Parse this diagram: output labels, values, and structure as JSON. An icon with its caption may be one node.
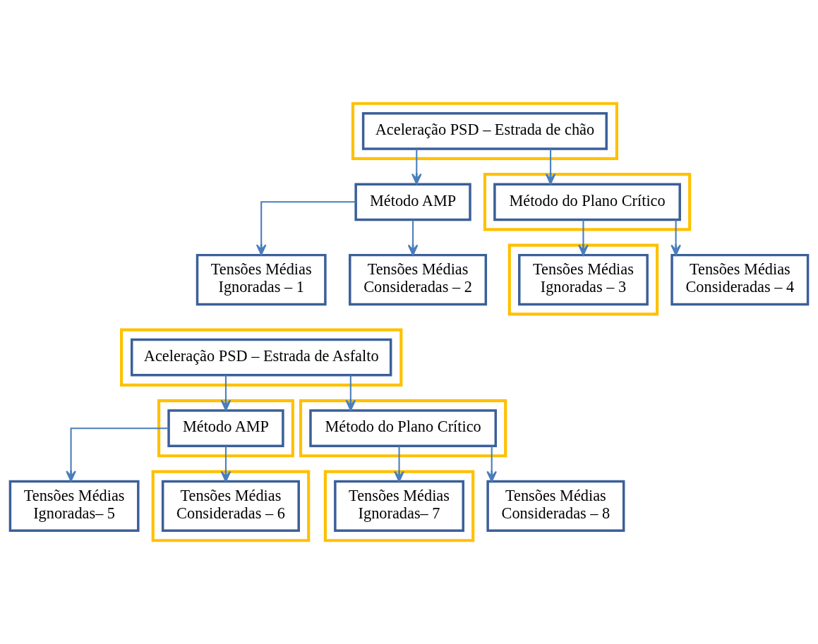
{
  "diagram": {
    "nodes": [
      {
        "text": [],
        "shape": "box"
      },
      {
        "text": [
          "Aceleração PSD – Estrada de chão"
        ],
        "in": 0
      },
      {
        "text": [
          "Método AMP"
        ]
      },
      {
        "text": [],
        "shape": "box"
      },
      {
        "text": [
          "Método do Plano Crítico"
        ],
        "in": 3
      },
      {
        "text": [
          "Tensões Médias Ignoradas – 1"
        ]
      },
      {
        "text": [
          "Tensões Médias Consideradas – 2"
        ]
      },
      {
        "text": [],
        "shape": "box"
      },
      {
        "text": [
          "Tensões Médias Ignoradas – 3"
        ],
        "in": 7
      },
      {
        "text": [
          "Tensões Médias Consideradas – 4"
        ]
      },
      {
        "text": [],
        "shape": "box"
      },
      {
        "text": [
          "Aceleração PSD – Estrada de Asfalto"
        ],
        "in": 10
      },
      {
        "text": [],
        "shape": "box"
      },
      {
        "text": [
          "Método AMP"
        ],
        "in": 12
      },
      {
        "text": [],
        "shape": "box"
      },
      {
        "text": [
          "Método do Plano Crítico"
        ],
        "in": 14
      },
      {
        "text": [
          "Tensões Médias Ignoradas– 5"
        ]
      },
      {
        "text": [],
        "shape": "box"
      },
      {
        "text": [
          "Tensões Médias Consideradas – 6"
        ],
        "in": 17
      },
      {
        "text": [],
        "shape": "box"
      },
      {
        "text": [
          "Tensões Médias Ignoradas– 7"
        ],
        "in": 19
      },
      {
        "text": [
          "Tensões Médias Consideradas – 8"
        ]
      }
    ],
    "edges": [
      {
        "from": 1,
        "to": 2,
        "arrow": "to"
      },
      {
        "from": 1,
        "to": 4,
        "arrow": "to"
      },
      {
        "from": 2,
        "to": 5,
        "arrow": "to"
      },
      {
        "from": 2,
        "to": 6,
        "arrow": "to"
      },
      {
        "from": 4,
        "to": 8,
        "arrow": "to"
      },
      {
        "from": 4,
        "to": 9,
        "arrow": "to"
      },
      {
        "from": 11,
        "to": 13,
        "arrow": "to"
      },
      {
        "from": 11,
        "to": 15,
        "arrow": "to"
      },
      {
        "from": 13,
        "to": 16,
        "arrow": "to"
      },
      {
        "from": 13,
        "to": 18,
        "arrow": "to"
      },
      {
        "from": 15,
        "to": 20,
        "arrow": "to"
      },
      {
        "from": 15,
        "to": 21,
        "arrow": "to"
      }
    ]
  }
}
